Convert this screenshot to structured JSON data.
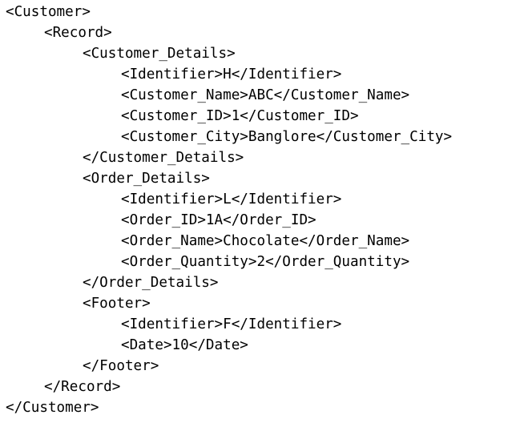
{
  "document": {
    "lines": [
      {
        "indent": 0,
        "text": "<Customer>"
      },
      {
        "indent": 1,
        "text": "<Record>"
      },
      {
        "indent": 2,
        "text": "<Customer_Details>"
      },
      {
        "indent": 3,
        "text": "<Identifier>H</Identifier>"
      },
      {
        "indent": 3,
        "text": "<Customer_Name>ABC</Customer_Name>"
      },
      {
        "indent": 3,
        "text": "<Customer_ID>1</Customer_ID>"
      },
      {
        "indent": 3,
        "text": "<Customer_City>Banglore</Customer_City>"
      },
      {
        "indent": 2,
        "text": "</Customer_Details>"
      },
      {
        "indent": 2,
        "text": "<Order_Details>"
      },
      {
        "indent": 3,
        "text": "<Identifier>L</Identifier>"
      },
      {
        "indent": 3,
        "text": "<Order_ID>1A</Order_ID>"
      },
      {
        "indent": 3,
        "text": "<Order_Name>Chocolate</Order_Name>"
      },
      {
        "indent": 3,
        "text": "<Order_Quantity>2</Order_Quantity>"
      },
      {
        "indent": 2,
        "text": "</Order_Details>"
      },
      {
        "indent": 2,
        "text": "<Footer>"
      },
      {
        "indent": 3,
        "text": "<Identifier>F</Identifier>"
      },
      {
        "indent": 3,
        "text": "<Date>10</Date>"
      },
      {
        "indent": 2,
        "text": "</Footer>"
      },
      {
        "indent": 1,
        "text": "</Record>"
      },
      {
        "indent": 0,
        "text": "</Customer>"
      }
    ]
  }
}
